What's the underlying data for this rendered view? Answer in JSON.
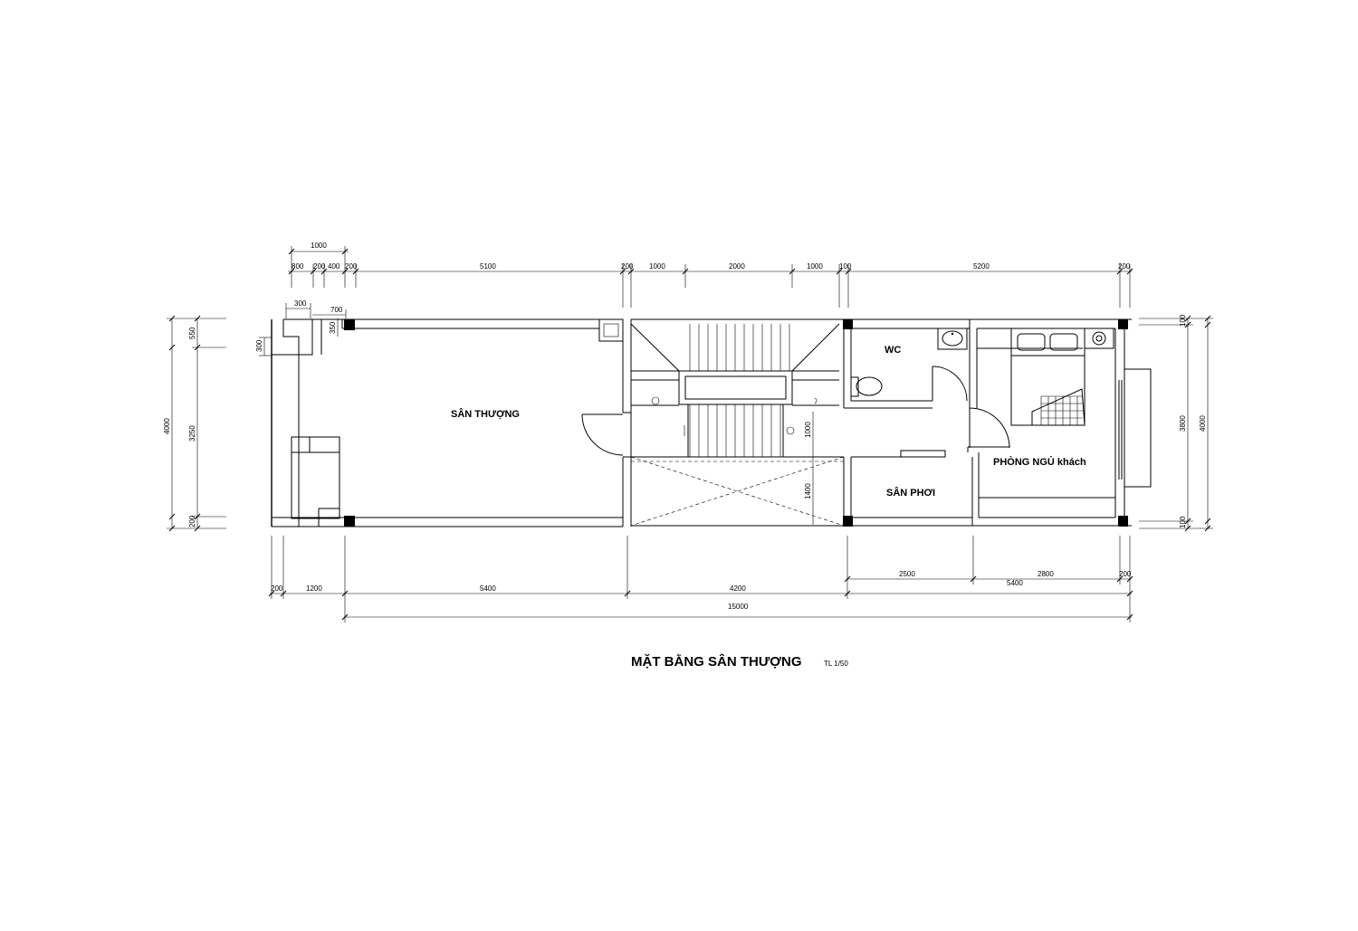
{
  "title": {
    "main": "MẶT BẰNG SÂN THƯỢNG",
    "scale": "TL 1/50"
  },
  "rooms": {
    "terrace": "SÂN THƯỢNG",
    "wc": "WC",
    "drying_yard": "SÂN PHƠI",
    "guest_bedroom": "PHÒNG NGỦ khách"
  },
  "dims": {
    "top_row1": [
      "1000"
    ],
    "top_row2": [
      "800",
      "200",
      "400",
      "200",
      "5100",
      "200",
      "1000",
      "2000",
      "1000",
      "100",
      "5200",
      "200"
    ],
    "top_small": [
      "300",
      "700",
      "350",
      "300"
    ],
    "left": [
      "4000",
      "550",
      "3250",
      "200"
    ],
    "right": [
      "100",
      "3800",
      "4000",
      "100"
    ],
    "inner": [
      "1000",
      "1400"
    ],
    "bottom_row1": [
      "2500",
      "2800",
      "200"
    ],
    "bottom_row2": [
      "200",
      "1200",
      "5400",
      "4200",
      "5400"
    ],
    "bottom_total": [
      "15000"
    ]
  }
}
